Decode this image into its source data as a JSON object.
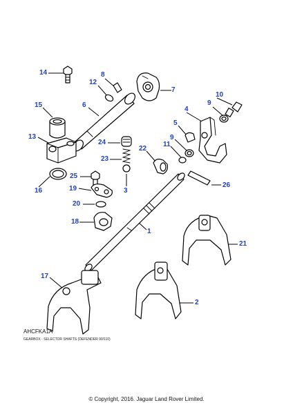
{
  "callouts": {
    "c1": "1",
    "c2": "2",
    "c3": "3",
    "c4": "4",
    "c5": "5",
    "c6": "6",
    "c7": "7",
    "c8": "8",
    "c9a": "9",
    "c9b": "9",
    "c10": "10",
    "c11": "11",
    "c12": "12",
    "c13": "13",
    "c14": "14",
    "c15": "15",
    "c16": "16",
    "c17": "17",
    "c19": "19",
    "c20": "20",
    "c21": "21",
    "c22": "22",
    "c23": "23",
    "c24": "24",
    "c25": "25",
    "c26": "26",
    "c18": "18"
  },
  "colors": {
    "callout": "#1f3fbf",
    "line": "#000000"
  },
  "illustration_code": "AHCFKA1A",
  "caption": "GEARBOX - SELECTOR SHAFTS (DEFENDER 90/110)",
  "copyright": "© Copyright, 2016. Jaguar Land Rover Limited."
}
